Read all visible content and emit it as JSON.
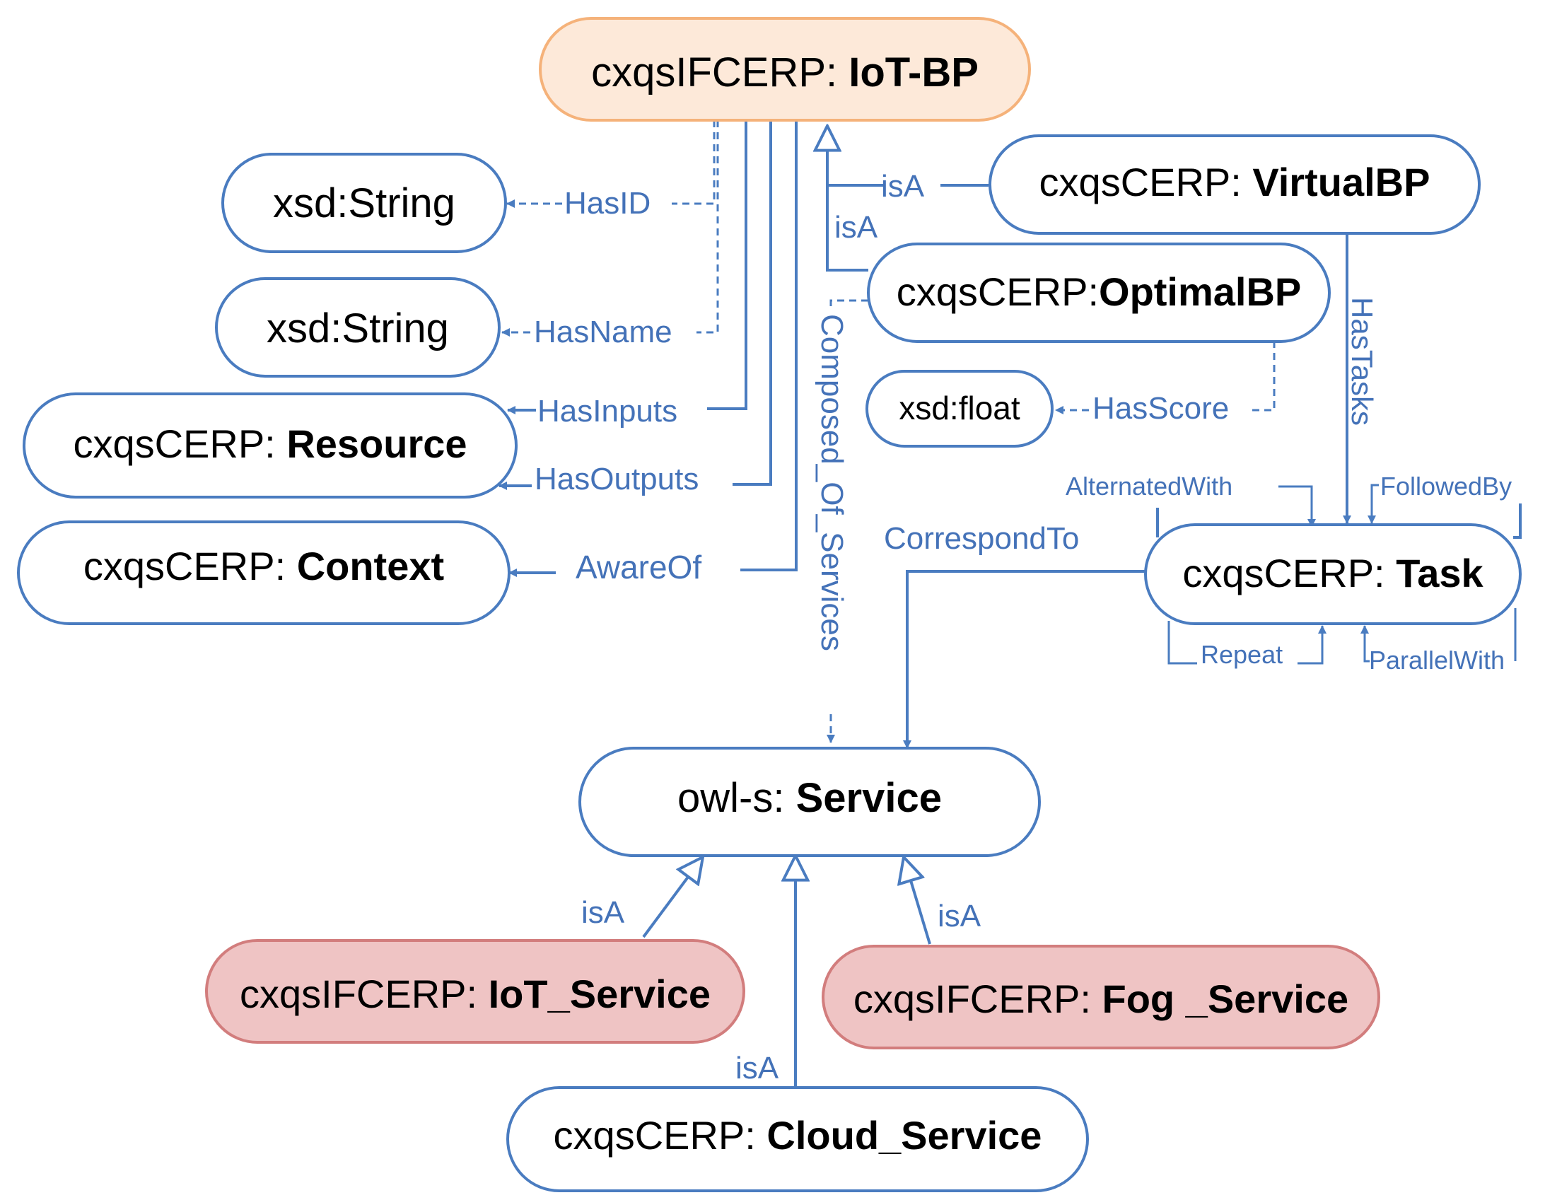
{
  "colors": {
    "stroke": "#4a7cc0",
    "label": "#4472b8",
    "node_fill": "#ffffff",
    "orange_fill": "#fde9d9",
    "orange_stroke": "#f5b27a",
    "red_fill": "#efc4c4",
    "red_stroke": "#d27d7d"
  },
  "nodes": {
    "iot_bp": {
      "prefix": "cxqsIFCERP: ",
      "name": "IoT-BP"
    },
    "virtual_bp": {
      "prefix": "cxqsCERP: ",
      "name": "VirtualBP"
    },
    "optimal_bp": {
      "prefix": "cxqsCERP:",
      "name": "OptimalBP"
    },
    "xsd_string_id": {
      "prefix": "xsd:String",
      "name": ""
    },
    "xsd_string_name": {
      "prefix": "xsd:String",
      "name": ""
    },
    "resource": {
      "prefix": "cxqsCERP: ",
      "name": "Resource"
    },
    "context": {
      "prefix": "cxqsCERP: ",
      "name": "Context"
    },
    "xsd_float": {
      "prefix": "xsd:float",
      "name": ""
    },
    "task": {
      "prefix": "cxqsCERP: ",
      "name": "Task"
    },
    "service": {
      "prefix": "owl-s: ",
      "name": "Service"
    },
    "iot_service": {
      "prefix": "cxqsIFCERP: ",
      "name": "IoT_Service"
    },
    "fog_service": {
      "prefix": "cxqsIFCERP: ",
      "name": "Fog _Service"
    },
    "cloud_service": {
      "prefix": "cxqsCERP: ",
      "name": "Cloud_Service"
    }
  },
  "edges": {
    "has_id": "HasID",
    "has_name": "HasName",
    "has_inputs": "HasInputs",
    "has_outputs": "HasOutputs",
    "aware_of": "AwareOf",
    "composed_of_services": "Composed_Of_Services",
    "isa_virtual": "isA",
    "isa_optimal": "isA",
    "has_score": "HasScore",
    "has_tasks": "HasTasks",
    "alternated_with": "AlternatedWith",
    "followed_by": "FollowedBy",
    "correspond_to": "CorrespondTo",
    "repeat": "Repeat",
    "parallel_with": "ParallelWith",
    "isa_iot": "isA",
    "isa_cloud": "isA",
    "isa_fog": "isA"
  }
}
